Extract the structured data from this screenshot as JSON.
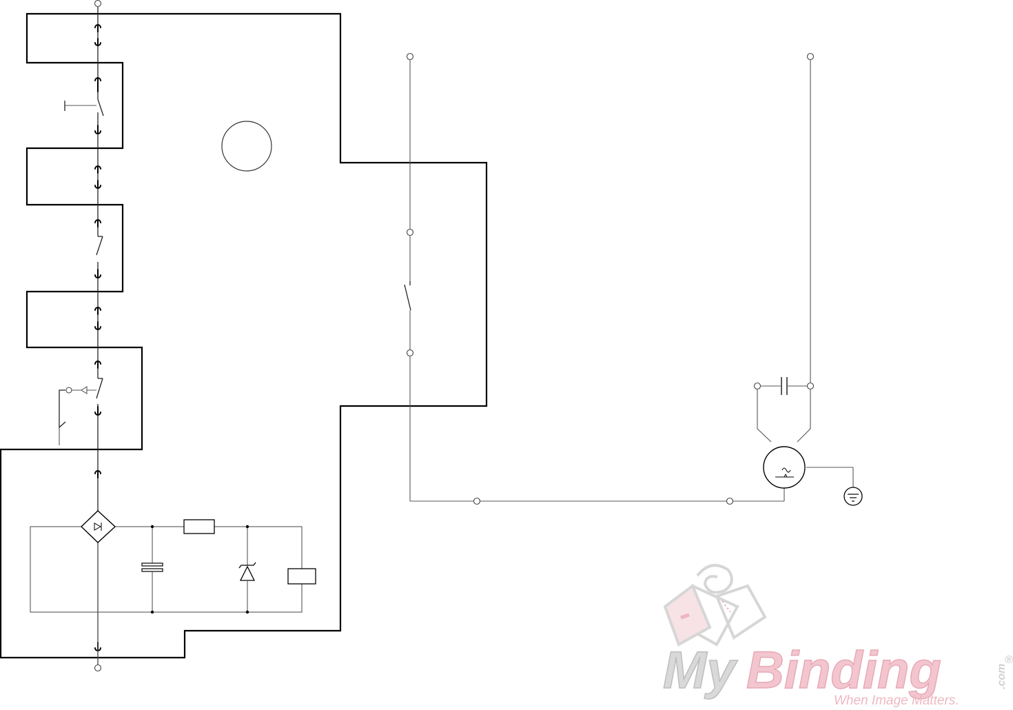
{
  "diagram": {
    "kind": "electrical-schematic",
    "sections": [
      "control-harness",
      "switch-branch",
      "motor-branch"
    ],
    "components": [
      {
        "id": "manual-switch",
        "icon": "manual-switch-icon"
      },
      {
        "id": "door-switch",
        "icon": "switch-icon"
      },
      {
        "id": "thermal-switch",
        "icon": "thermal-switch-icon"
      },
      {
        "id": "bridge-rectifier",
        "icon": "bridge-rectifier-icon"
      },
      {
        "id": "filter-capacitor",
        "icon": "polarized-capacitor-icon"
      },
      {
        "id": "series-resistor",
        "icon": "resistor-icon"
      },
      {
        "id": "zener-diode",
        "icon": "zener-diode-icon"
      },
      {
        "id": "relay-coil",
        "icon": "relay-coil-icon"
      },
      {
        "id": "branch-switch",
        "icon": "switch-icon"
      },
      {
        "id": "run-capacitor",
        "icon": "capacitor-icon"
      },
      {
        "id": "ac-motor",
        "icon": "ac-motor-icon"
      },
      {
        "id": "ground",
        "icon": "ground-icon"
      }
    ],
    "colors": {
      "wire_heavy": "#000000",
      "wire_light": "#555555"
    }
  },
  "watermark": {
    "brand_part1": "My",
    "brand_part2": "Binding",
    "suffix": ".com",
    "registered": "®",
    "tagline": "When Image Matters.",
    "colors": {
      "grey": "#d9d9d9",
      "pink": "#f3c6cf"
    }
  }
}
